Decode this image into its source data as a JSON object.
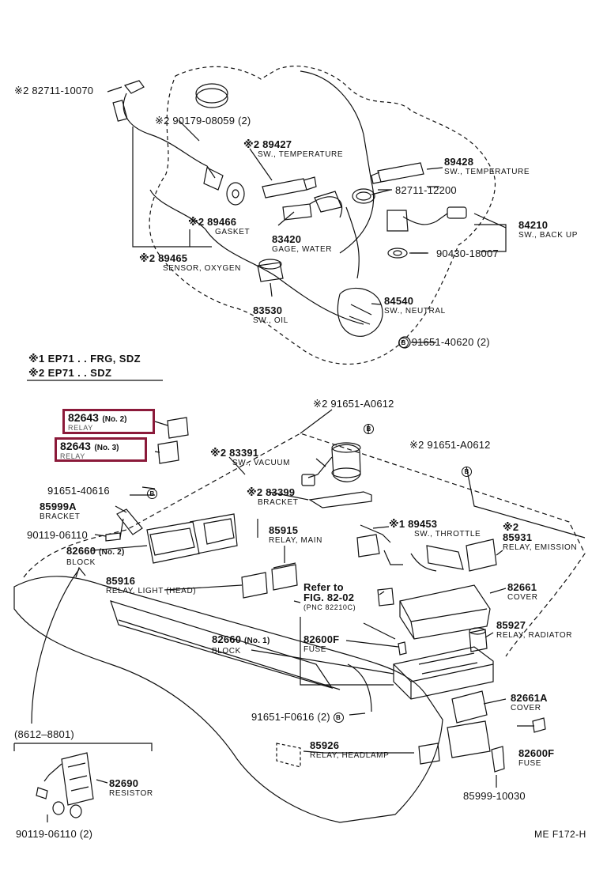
{
  "legend": {
    "line1": "※1 EP71 . . FRG, SDZ",
    "line2": "※2 EP71 . . SDZ"
  },
  "parts": {
    "p82711_10070": "※2 82711-10070",
    "p90179_08059": "※2 90179-08059 (2)",
    "p89427": "※2 89427",
    "p89427_desc": "SW., TEMPERATURE",
    "p89428": "89428",
    "p89428_desc": "SW., TEMPERATURE",
    "p82711_12200": "82711-12200",
    "p89466": "※2 89466",
    "p89466_desc": "GASKET",
    "p83420": "83420",
    "p83420_desc": "GAGE, WATER",
    "p84210": "84210",
    "p84210_desc": "SW., BACK UP",
    "p90430_18007": "90430-18007",
    "p89465": "※2 89465",
    "p89465_desc": "SENSOR, OXYGEN",
    "p83530": "83530",
    "p83530_desc": "SW., OIL",
    "p84540": "84540",
    "p84540_desc": "SW., NEUTRAL",
    "p91651_40620": "91651-40620 (2)",
    "p91651_A0612_a": "※2 91651-A0612",
    "p91651_A0612_b": "※2 91651-A0612",
    "p82643_a": "82643",
    "p82643_a_no": "(No. 2)",
    "p82643_a_desc": "RELAY",
    "p82643_b": "82643",
    "p82643_b_no": "(No. 3)",
    "p82643_b_desc": "RELAY",
    "p83391": "※2 83391",
    "p83391_desc": "SW., VACUUM",
    "p91651_40616": "91651-40616",
    "p83399": "※2 83399",
    "p83399_desc": "BRACKET",
    "p85999A": "85999A",
    "p85999A_desc": "BRACKET",
    "p90119_06110": "90119-06110",
    "p85915": "85915",
    "p85915_desc": "RELAY, MAIN",
    "p89453": "※1 89453",
    "p89453_desc": "SW., THROTTLE",
    "p85931": "※2",
    "p85931_num": "85931",
    "p85931_desc": "RELAY, EMISSION",
    "p82660_no2": "82660",
    "p82660_no2_suffix": "(No. 2)",
    "p82660_no2_desc": "BLOCK",
    "p85916": "85916",
    "p85916_desc": "RELAY, LIGHT (HEAD)",
    "refer1": "Refer to",
    "refer2": "FIG. 82-02",
    "refer3": "(PNC 82210C)",
    "p82661": "82661",
    "p82661_desc": "COVER",
    "p82660_no1": "82660",
    "p82660_no1_suffix": "(No. 1)",
    "p82660_no1_desc": "BLOCK",
    "p85927": "85927",
    "p85927_desc": "RELAY, RADIATOR",
    "p82600F_a": "82600F",
    "p82600F_a_desc": "FUSE",
    "p91651_F0616": "91651-F0616 (2)",
    "p82661A": "82661A",
    "p82661A_desc": "COVER",
    "p82600F_b": "82600F",
    "p82600F_b_desc": "FUSE",
    "p85926": "85926",
    "p85926_desc": "RELAY, HEADLAMP",
    "p85999_10030": "85999-10030",
    "inset_range": "(8612–8801)",
    "p82690": "82690",
    "p82690_desc": "RESISTOR",
    "p90119_06110_2": "90119-06110 (2)"
  },
  "bolt_marker": "B",
  "footer": "ME  F172-H",
  "colors": {
    "highlight": "#8b1a3a",
    "ink": "#111111"
  }
}
